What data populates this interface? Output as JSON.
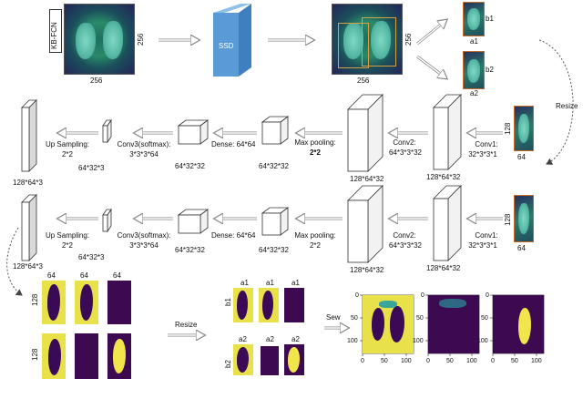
{
  "row1": {
    "kb_fcn": "KB-FCN",
    "input_w": "256",
    "input_h": "256",
    "ssd": "SSD",
    "output_w": "256",
    "output_h": "256",
    "b1": "b1",
    "a1": "a1",
    "b2": "b2",
    "a2": "a2",
    "resize": "Resize"
  },
  "row2": {
    "in_h": "128",
    "in_w": "64",
    "conv1": "Conv1:",
    "conv1_dims": "32*3*3*1",
    "vol1": "128*64*32",
    "conv2": "Conv2:",
    "conv2_dims": "64*3*3*32",
    "vol2": "128*64*32",
    "maxpool": "Max pooling:",
    "maxpool_dims": "2*2",
    "dense": "Dense: 64*64",
    "dense_vol_in": "64*32*32",
    "dense_vol_out": "64*32*32",
    "conv3": "Conv3(softmax):",
    "conv3_dims": "3*3*3*64",
    "conv3_vol": "64*32*3",
    "upsample": "Up Sampling:",
    "upsample_dims": "2*2",
    "out_vol": "128*64*3"
  },
  "row3": {
    "in_h": "128",
    "in_w": "64",
    "conv1": "Conv1:",
    "conv1_dims": "32*3*3*1",
    "vol1": "128*64*32",
    "conv2": "Conv2:",
    "conv2_dims": "64*3*3*32",
    "vol2": "128*64*32",
    "maxpool": "Max pooling:",
    "maxpool_dims": "2*2",
    "dense": "Dense: 64*64",
    "dense_vol_in": "64*32*32",
    "dense_vol_out": "64*32*32",
    "conv3": "Conv3(softmax):",
    "conv3_dims": "3*3*3*64",
    "conv3_vol": "64*32*3",
    "upsample": "Up Sampling:",
    "upsample_dims": "2*2",
    "out_vol": "128*64*3"
  },
  "row4": {
    "w1": "64",
    "w2": "64",
    "w3": "64",
    "h1": "128",
    "h2": "128",
    "resize": "Resize",
    "a1_1": "a1",
    "a1_2": "a1",
    "a1_3": "a1",
    "b1": "b1",
    "a2_1": "a2",
    "a2_2": "a2",
    "a2_3": "a2",
    "b2": "b2",
    "sew": "Sew",
    "y0": "0",
    "y50": "50",
    "y100": "100",
    "x0": "0",
    "x50": "50",
    "x100": "100"
  },
  "colors": {
    "ssd_front": "#5b9bd5",
    "ssd_top": "#8fc0ea",
    "ssd_side": "#3f7fbf",
    "mask_yellow": "#e9e14a",
    "mask_purple": "#3d0a52",
    "arrow": "#9a9a9a",
    "box_border": "#c46b2a"
  }
}
